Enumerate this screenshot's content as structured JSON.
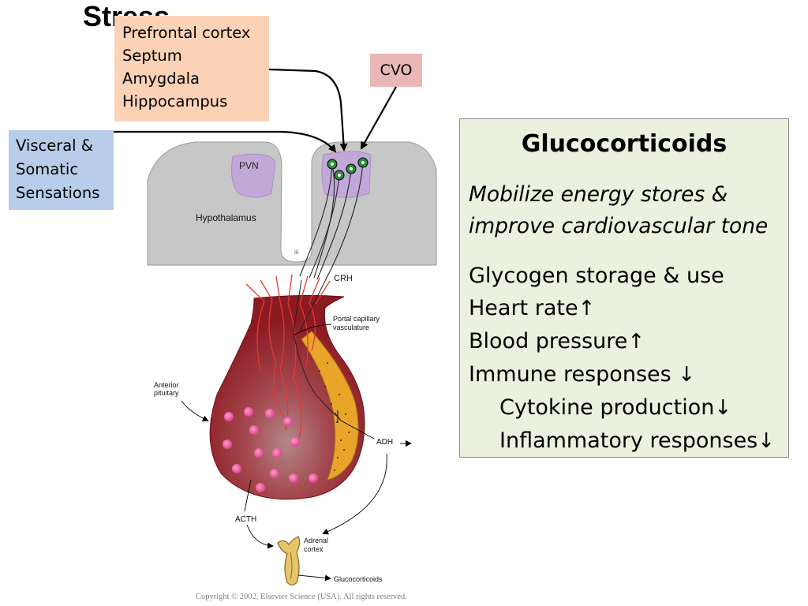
{
  "title": "Stress",
  "boxes": {
    "brain_regions": [
      "Prefrontal cortex",
      "Septum",
      "Amygdala",
      "Hippocampus"
    ],
    "cvo": "CVO",
    "visceral": [
      "Visceral &",
      "Somatic",
      "Sensations"
    ]
  },
  "diagram_labels": {
    "pvn": "PVN",
    "hypothalamus": "Hypothalamus",
    "third_ventricle": "iii",
    "crh": "CRH",
    "portal": [
      "Portal capillary",
      "vasculature"
    ],
    "anterior_pituitary": [
      "Anterior",
      "pituitary"
    ],
    "adh": "ADH",
    "acth": "ACTH",
    "adrenal": [
      "Adrenal",
      "cortex"
    ],
    "glucocorticoids_out": "Glucocorticoids"
  },
  "glucocorticoids": {
    "title": "Glucocorticoids",
    "subtitle_lines": [
      "Mobilize energy stores &",
      "improve cardiovascular tone"
    ],
    "effects": [
      {
        "label": "Glycogen storage & use",
        "arrow": "",
        "indent": false
      },
      {
        "label": "Heart rate",
        "arrow": "↑",
        "indent": false
      },
      {
        "label": "Blood pressure",
        "arrow": "↑",
        "indent": false
      },
      {
        "label": "Immune responses ",
        "arrow": "↓",
        "indent": false
      },
      {
        "label": "Cytokine production",
        "arrow": "↓",
        "indent": true
      },
      {
        "label": "Inflammatory responses",
        "arrow": "↓",
        "indent": true
      }
    ]
  },
  "copyright": "Copyright © 2002, Elsevier Science (USA). All rights reserved.",
  "colors": {
    "brain_box": "#fbd2b6",
    "cvo_box": "#e9b7b7",
    "visceral_box": "#b8cde9",
    "panel_bg": "#ebf1de",
    "hypothalamus": "#c7c7c7",
    "pvn": "#c2a8d8",
    "pituitary": "#9b1c24",
    "posterior_lobe": "#e8a52a",
    "vessels": "#e53a2e"
  }
}
